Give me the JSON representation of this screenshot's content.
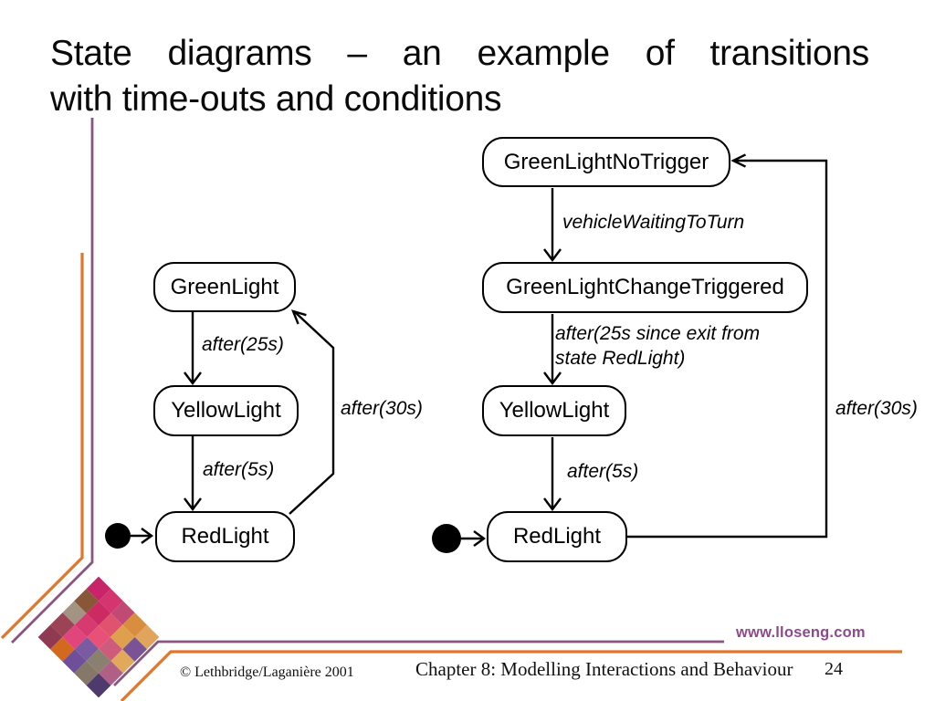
{
  "slide": {
    "title_line1": "State diagrams – an example of transitions",
    "title_line2": "with time-outs and conditions"
  },
  "left_diagram": {
    "states": {
      "green": "GreenLight",
      "yellow": "YellowLight",
      "red": "RedLight"
    },
    "transitions": {
      "green_to_yellow": "after(25s)",
      "yellow_to_red": "after(5s)",
      "red_to_green": "after(30s)"
    }
  },
  "right_diagram": {
    "states": {
      "green_no_trigger": "GreenLightNoTrigger",
      "green_change_triggered": "GreenLightChangeTriggered",
      "yellow": "YellowLight",
      "red": "RedLight"
    },
    "transitions": {
      "no_trigger_to_triggered": "vehicleWaitingToTurn",
      "triggered_to_yellow_line1": "after(25s since exit from",
      "triggered_to_yellow_line2": "state RedLight)",
      "yellow_to_red": "after(5s)",
      "red_to_green": "after(30s)"
    }
  },
  "footer": {
    "website": "www.lloseng.com",
    "copyright": "© Lethbridge/Laganière 2001",
    "chapter": "Chapter 8: Modelling Interactions and Behaviour",
    "page_number": "24"
  },
  "colors": {
    "diagram_ink": "#000000",
    "accent_purple": "#8a5482",
    "accent_orange": "#e0762b",
    "website_text": "#8d4a8d"
  },
  "logo": {
    "cells": [
      [
        "#c9246a",
        "#d4356f",
        "#c14a75",
        "#d98e3f",
        "#e0a45c"
      ],
      [
        "#8a5638",
        "#cb2a62",
        "#e0536e",
        "#dfa04e",
        "#7a5296"
      ],
      [
        "#a39383",
        "#d63a6e",
        "#e85077",
        "#cf5b7c",
        "#e2a95c"
      ],
      [
        "#9c4456",
        "#e0457b",
        "#7a5aa0",
        "#8a8070",
        "#b05f86"
      ],
      [
        "#8f3a52",
        "#d2691e",
        "#6f4f9a",
        "#857868",
        "#4f3a6e"
      ]
    ]
  }
}
